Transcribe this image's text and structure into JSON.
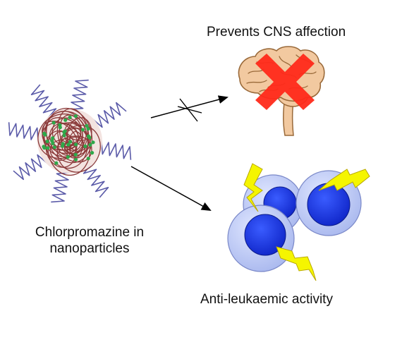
{
  "labels": {
    "cns_effect": "Prevents CNS affection",
    "leukaemia_effect": "Anti-leukaemic activity",
    "drug_line1": "Chlorpromazine in",
    "drug_line2": "nanoparticles"
  },
  "icons": {
    "nanoparticle": "nanoparticle-icon",
    "brain": "brain-icon",
    "cross": "red-cross-icon",
    "leukaemia_cells": "leukaemia-cell-icon",
    "lightning": "lightning-bolt-icon",
    "blocked_arrow": "blocked-arrow-icon",
    "arrow": "arrow-icon"
  },
  "colors": {
    "peg_chain": "#5a5aa8",
    "polymer_core": "#8b3a3a",
    "drug_dots": "#2ea84a",
    "brain": "#f2c9a0",
    "brain_outline": "#9a6a3a",
    "cross": "#ff2a1a",
    "cell_outer": "#b9c6f2",
    "cell_nucleus": "#1838e0",
    "lightning": "#f5f500",
    "arrow": "#000000"
  }
}
